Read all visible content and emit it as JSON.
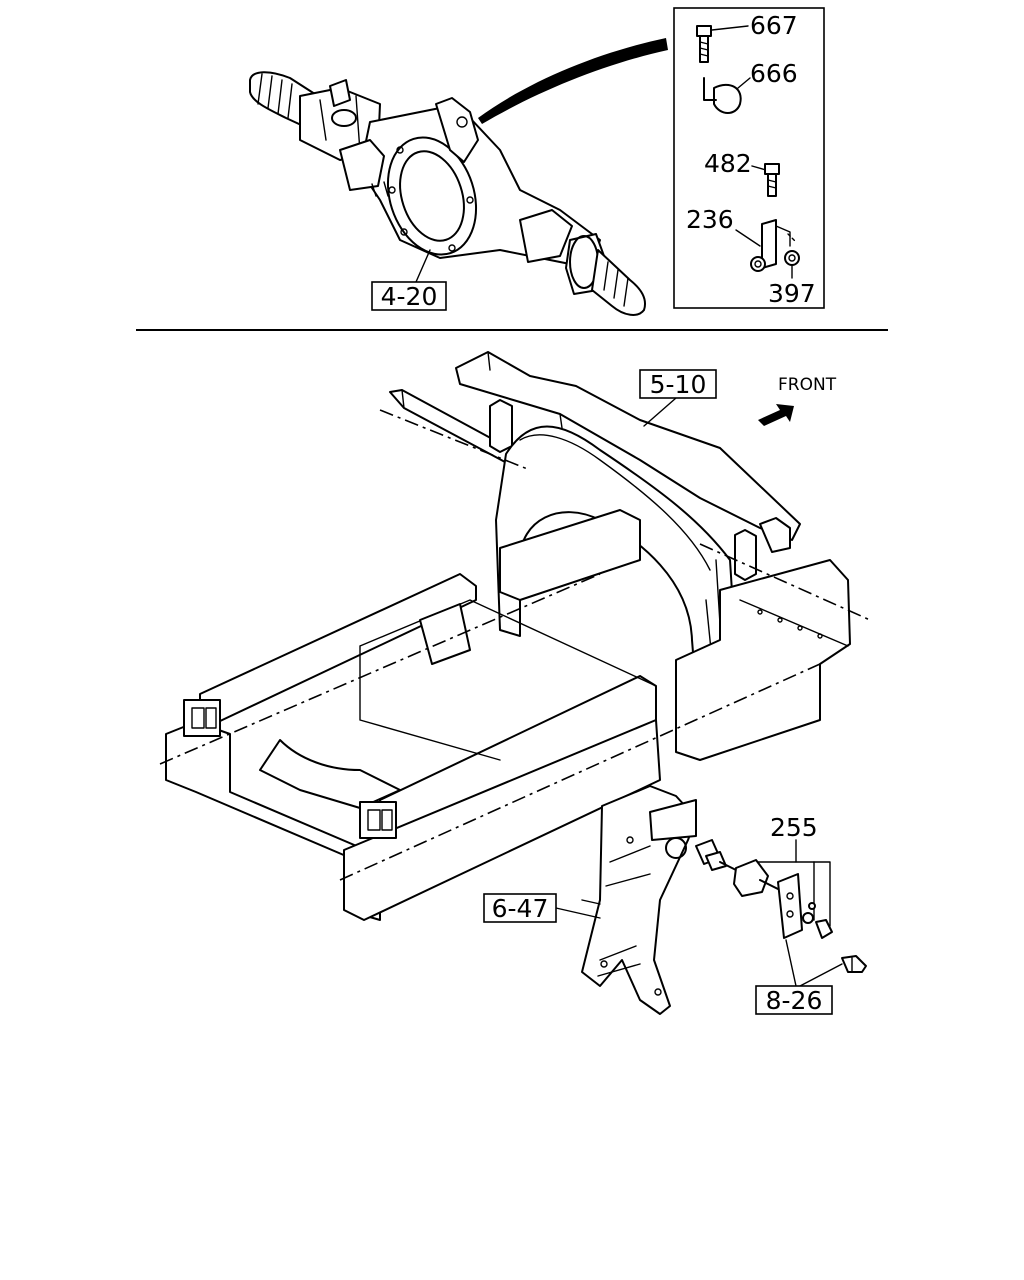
{
  "callouts": {
    "axle_ref": "4-20",
    "crossmember_ref": "5-10",
    "bracket_ref": "6-47",
    "sensor_ref": "8-26"
  },
  "parts": {
    "p667": "667",
    "p666": "666",
    "p482": "482",
    "p236": "236",
    "p397": "397",
    "p255": "255"
  },
  "direction": {
    "front_label": "FRONT"
  }
}
